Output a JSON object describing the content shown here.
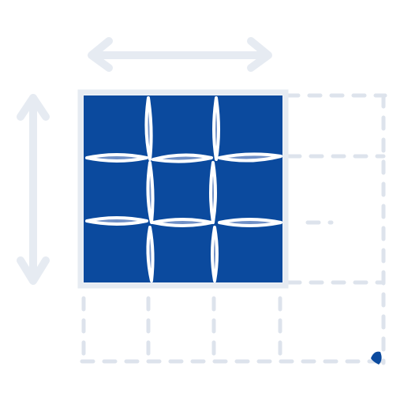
{
  "icon": "grid-select-resize-icon",
  "grid": {
    "rows": 3,
    "columns": 3,
    "extent_rows": 4,
    "extent_columns": 4
  },
  "colors": {
    "cell_fill": "#0b4a9e",
    "selection_frame": "#e6ebf2",
    "dashed_outline": "#dde3ec",
    "arrow": "#e6ebf2",
    "handle": "#0b4a9e",
    "seam": "#ffffff",
    "seam_highlight": "#6f8fc6"
  },
  "icons": {
    "horizontal_arrow": "double-arrow-horizontal-icon",
    "vertical_arrow": "double-arrow-vertical-icon",
    "handle": "resize-handle-icon"
  }
}
